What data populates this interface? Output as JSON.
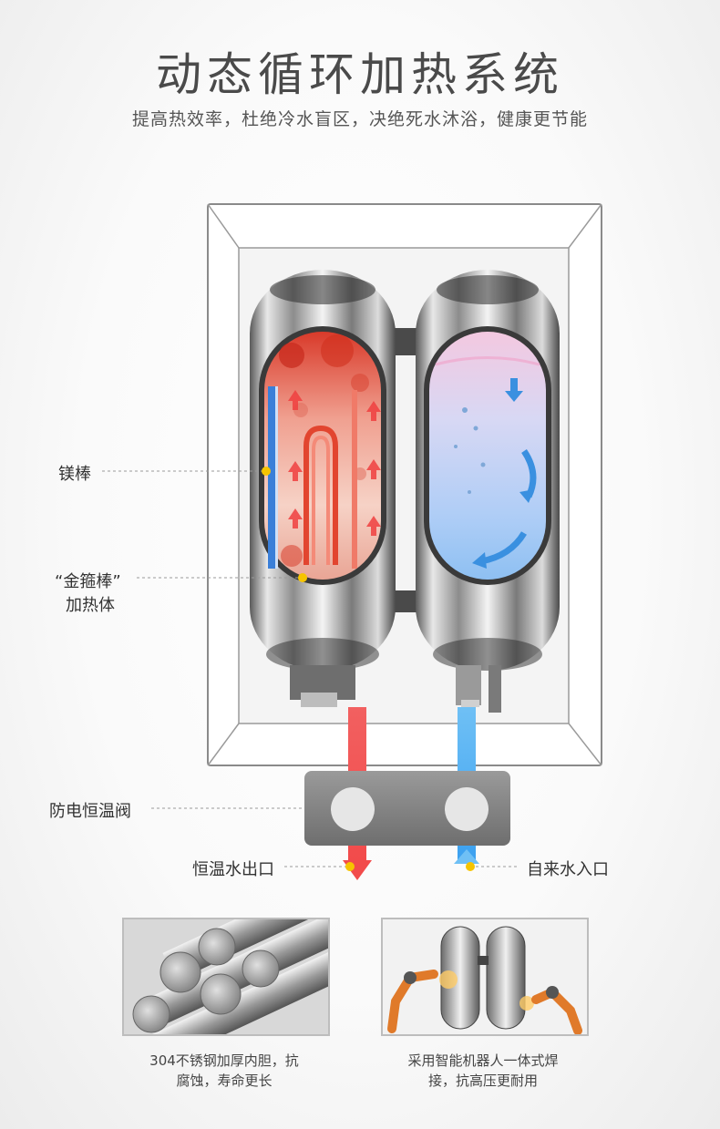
{
  "header": {
    "title": "动态循环加热系统",
    "subtitle": "提高热效率，杜绝冷水盲区，决绝死水沐浴，健康更节能"
  },
  "callouts": {
    "magnesium_rod": "镁棒",
    "heater_line1": "“金箍棒”",
    "heater_line2": "加热体",
    "thermo_valve": "防电恒温阀",
    "hot_outlet": "恒温水出口",
    "cold_inlet": "自来水入口"
  },
  "features": [
    {
      "caption_line1": "304不锈钢加厚内胆，抗",
      "caption_line2": "腐蚀，寿命更长"
    },
    {
      "caption_line1": "采用智能机器人一体式焊",
      "caption_line2": "接，抗高压更耐用"
    }
  ],
  "colors": {
    "hot": "#f24b4b",
    "cold": "#3aa0f0",
    "accent_dot": "#f6c400",
    "frame": "#8a8a8a"
  }
}
